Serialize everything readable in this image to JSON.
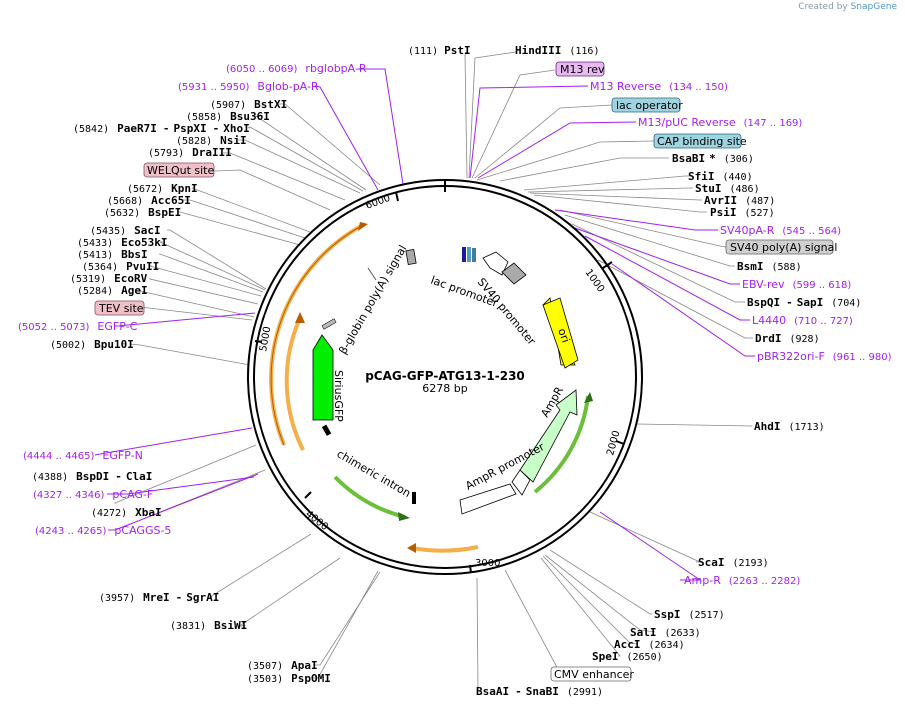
{
  "brand": {
    "prefix": "Created by",
    "name": "SnapGene"
  },
  "plasmid": {
    "name": "pCAG-GFP-ATG13-1-230",
    "size": "6278 bp"
  },
  "ticks": [
    "1000",
    "2000",
    "3000",
    "4000",
    "5000",
    "6000"
  ],
  "features": [
    "SV40 promoter",
    "lac promoter",
    "β-globin poly(A) signal",
    "ori",
    "AmpR",
    "AmpR promoter",
    "SiriusGFP",
    "chimeric intron"
  ],
  "labels": [
    {
      "id": "pstI",
      "pre": "(111)",
      "name": "PstI"
    },
    {
      "id": "hindIII",
      "name": "HindIII",
      "post": "(116)"
    },
    {
      "id": "m13rev",
      "box": "M13 rev"
    },
    {
      "id": "m13reverse",
      "primer": "M13 Reverse",
      "range": "(134 .. 150)"
    },
    {
      "id": "lacop",
      "box": "lac operator"
    },
    {
      "id": "m13puc",
      "primer": "M13/pUC Reverse",
      "range": "(147 .. 169)"
    },
    {
      "id": "cap",
      "box": "CAP binding site"
    },
    {
      "id": "bsaBI",
      "name": "BsaBI",
      "star": "*",
      "post": "(306)"
    },
    {
      "id": "sfiI",
      "name": "SfiI",
      "post": "(440)"
    },
    {
      "id": "stuI",
      "name": "StuI",
      "post": "(486)"
    },
    {
      "id": "avrII",
      "name": "AvrII",
      "post": "(487)"
    },
    {
      "id": "psiI",
      "name": "PsiI",
      "post": "(527)"
    },
    {
      "id": "sv40par",
      "primer": "SV40pA-R",
      "range": "(545 .. 564)"
    },
    {
      "id": "sv40polya",
      "box": "SV40 poly(A) signal"
    },
    {
      "id": "bsmI",
      "name": "BsmI",
      "post": "(588)"
    },
    {
      "id": "ebvrev",
      "primer": "EBV-rev",
      "range": "(599 .. 618)"
    },
    {
      "id": "bspQI",
      "name": "BspQI",
      "name2": "SapI",
      "post": "(704)"
    },
    {
      "id": "l4440",
      "primer": "L4440",
      "range": "(710 .. 727)"
    },
    {
      "id": "drdI",
      "name": "DrdI",
      "post": "(928)"
    },
    {
      "id": "pbr322",
      "primer": "pBR322ori-F",
      "range": "(961 .. 980)"
    },
    {
      "id": "ahdI",
      "name": "AhdI",
      "post": "(1713)"
    },
    {
      "id": "scaI",
      "name": "ScaI",
      "post": "(2193)"
    },
    {
      "id": "ampr",
      "primer": "Amp-R",
      "range": "(2263 .. 2282)"
    },
    {
      "id": "sspI",
      "name": "SspI",
      "post": "(2517)"
    },
    {
      "id": "salI",
      "name": "SalI",
      "post": "(2633)"
    },
    {
      "id": "accI",
      "name": "AccI",
      "post": "(2634)"
    },
    {
      "id": "speI",
      "name": "SpeI",
      "post": "(2650)"
    },
    {
      "id": "cmv",
      "box": "CMV enhancer"
    },
    {
      "id": "bsaAI",
      "name": "BsaAI",
      "name2": "SnaBI",
      "post": "(2991)"
    },
    {
      "id": "apaI",
      "pre": "(3507)",
      "name": "ApaI"
    },
    {
      "id": "pspOMI",
      "pre": "(3503)",
      "name": "PspOMI"
    },
    {
      "id": "bsiWI",
      "pre": "(3831)",
      "name": "BsiWI"
    },
    {
      "id": "mreI",
      "pre": "(3957)",
      "name": "MreI",
      "name2": "SgrAI"
    },
    {
      "id": "pcaggs5",
      "pre": "(4243 .. 4265)",
      "primer": "pCAGGS-5"
    },
    {
      "id": "xbaI",
      "pre": "(4272)",
      "name": "XbaI"
    },
    {
      "id": "pcagf",
      "pre": "(4327 .. 4346)",
      "primer": "pCAG-F"
    },
    {
      "id": "bspDI",
      "pre": "(4388)",
      "name": "BspDI",
      "name2": "ClaI"
    },
    {
      "id": "egfpn",
      "pre": "(4444 .. 4465)",
      "primer": "EGFP-N"
    },
    {
      "id": "bpu10I",
      "pre": "(5002)",
      "name": "Bpu10I"
    },
    {
      "id": "egfpc",
      "pre": "(5052 .. 5073)",
      "primer": "EGFP-C"
    },
    {
      "id": "tev",
      "box": "TEV site"
    },
    {
      "id": "ageI",
      "pre": "(5284)",
      "name": "AgeI"
    },
    {
      "id": "ecoRV",
      "pre": "(5319)",
      "name": "EcoRV"
    },
    {
      "id": "pvuII",
      "pre": "(5364)",
      "name": "PvuII"
    },
    {
      "id": "bbsI",
      "pre": "(5413)",
      "name": "BbsI"
    },
    {
      "id": "eco53kI",
      "pre": "(5433)",
      "name": "Eco53kI"
    },
    {
      "id": "sacI",
      "pre": "(5435)",
      "name": "SacI"
    },
    {
      "id": "bspEI",
      "pre": "(5632)",
      "name": "BspEI"
    },
    {
      "id": "acc65I",
      "pre": "(5668)",
      "name": "Acc65I"
    },
    {
      "id": "kpnI",
      "pre": "(5672)",
      "name": "KpnI"
    },
    {
      "id": "welqut",
      "box": "WELQut site"
    },
    {
      "id": "draIII",
      "pre": "(5793)",
      "name": "DraIII"
    },
    {
      "id": "nsiI",
      "pre": "(5828)",
      "name": "NsiI"
    },
    {
      "id": "paeR7I",
      "pre": "(5842)",
      "name": "PaeR7I",
      "name2": "PspXI",
      "name3": "XhoI"
    },
    {
      "id": "bsu36I",
      "pre": "(5858)",
      "name": "Bsu36I"
    },
    {
      "id": "bstXI",
      "pre": "(5907)",
      "name": "BstXI"
    },
    {
      "id": "bglobpar",
      "pre": "(5931 .. 5950)",
      "primer": "Bglob-pA-R"
    },
    {
      "id": "rbglobpar",
      "pre": "(6050 .. 6069)",
      "primer": "rbglobpA-R"
    }
  ]
}
